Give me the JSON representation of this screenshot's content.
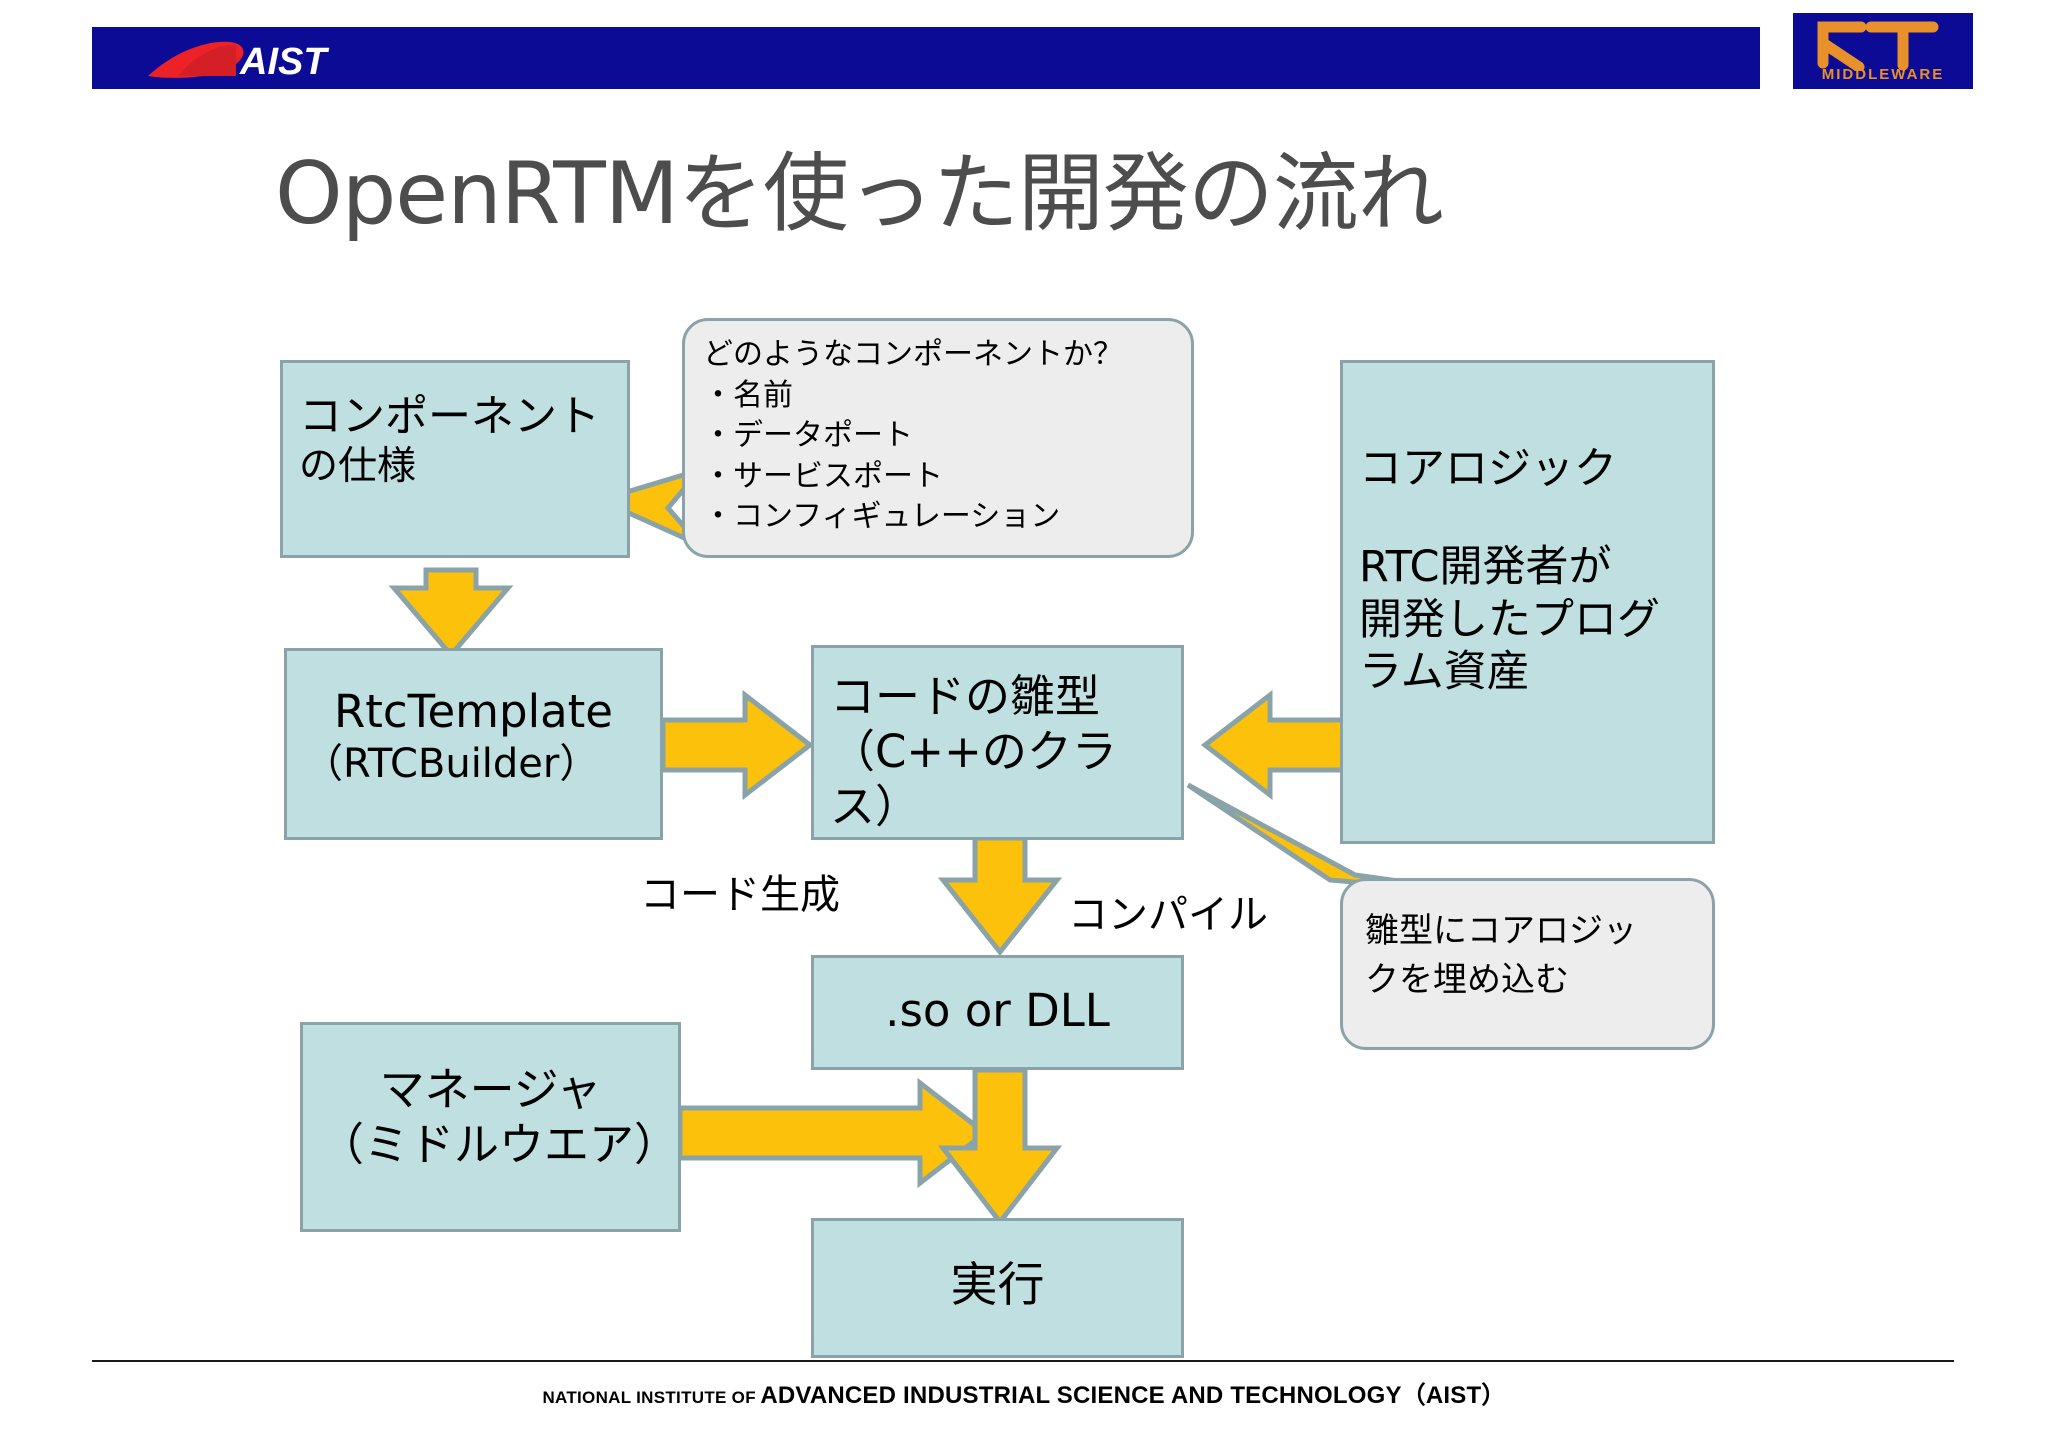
{
  "header": {
    "brand": "AIST",
    "brand_bg": "#0b0b96",
    "rt_logo_mark": "RT",
    "rt_logo_sub": "MIDDLEWARE",
    "rt_logo_color": "#e8912a"
  },
  "title": "OpenRTMを使った開発の流れ",
  "theme": {
    "box_fill": "#bfdfe0",
    "box_border": "#8aa3a8",
    "callout_fill": "#ededed",
    "arrow_fill": "#fcc10a",
    "title_color": "#4d4d4d"
  },
  "boxes": {
    "component_spec": {
      "line1": "コンポーネント",
      "line2": "の仕様"
    },
    "rtc_template": {
      "line1": "RtcTemplate",
      "line2": "（RTCBuilder）"
    },
    "code_skeleton": {
      "line1": "コードの雛型",
      "line2": "（C++のクラス）"
    },
    "core_logic": {
      "line1": "コアロジック",
      "line2": "RTC開発者が",
      "line3": "開発したプログ",
      "line4": "ラム資産"
    },
    "so_or_dll": {
      "line1": ".so or DLL"
    },
    "manager": {
      "line1": "マネージャ",
      "line2": "（ミドルウエア）"
    },
    "execute": {
      "line1": "実行"
    }
  },
  "callouts": {
    "spec_detail": {
      "heading": "どのようなコンポーネントか？",
      "items": [
        "・名前",
        "・データポート",
        "・サービスポート",
        "・コンフィギュレーション"
      ]
    },
    "embed_core": {
      "line1": "雛型にコアロジッ",
      "line2": "クを埋め込む"
    }
  },
  "edge_labels": {
    "code_generation": "コード生成",
    "compile": "コンパイル"
  },
  "footer": {
    "small": "NATIONAL INSTITUTE OF",
    "big": "ADVANCED INDUSTRIAL SCIENCE AND TECHNOLOGY（AIST）"
  }
}
